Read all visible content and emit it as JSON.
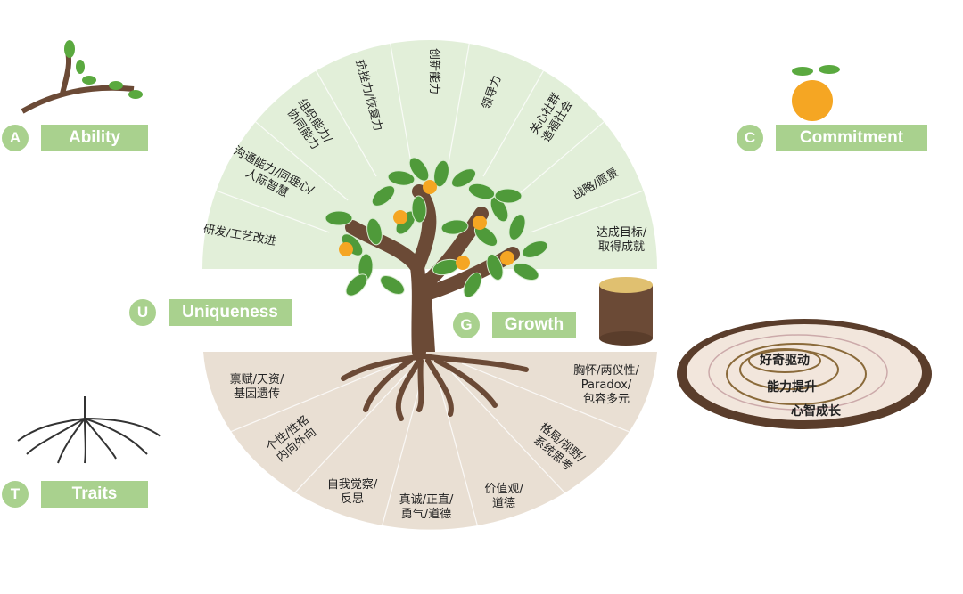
{
  "badges": {
    "ability": {
      "letter": "A",
      "label": "Ability"
    },
    "commitment": {
      "letter": "C",
      "label": "Commitment"
    },
    "uniqueness": {
      "letter": "U",
      "label": "Uniqueness"
    },
    "growth": {
      "letter": "G",
      "label": "Growth"
    },
    "traits": {
      "letter": "T",
      "label": "Traits"
    }
  },
  "top_segments": [
    [
      "研发/工艺改进"
    ],
    [
      "沟通能力/同理心/",
      "人际智慧"
    ],
    [
      "组织能力/",
      "协同能力"
    ],
    [
      "抗挫力/恢复力"
    ],
    [
      "创新能力"
    ],
    [
      "领导力"
    ],
    [
      "关心社群",
      "造福社会"
    ],
    [
      "战略/愿景"
    ],
    [
      "达成目标/",
      "取得成就"
    ]
  ],
  "bottom_segments": [
    [
      "禀赋/天资/",
      "基因遗传"
    ],
    [
      "个性/性格",
      "内向外向"
    ],
    [
      "自我觉察/",
      "反思"
    ],
    [
      "真诚/正直/",
      "勇气/道德"
    ],
    [
      "价值观/",
      "道德"
    ],
    [
      "格局/视野/",
      "系统思考"
    ],
    [
      "胸怀/两仪性/",
      "Paradox/",
      "包容多元"
    ]
  ],
  "rings": [
    "好奇驱动",
    "能力提升",
    "心智成长"
  ],
  "colors": {
    "green_badge": "#a9d18e",
    "top_fill": "#e2efd9",
    "bottom_fill": "#e9dfd3",
    "trunk": "#6b4a36",
    "leaf": "#4f9a3a",
    "fruit": "#f5a623"
  }
}
